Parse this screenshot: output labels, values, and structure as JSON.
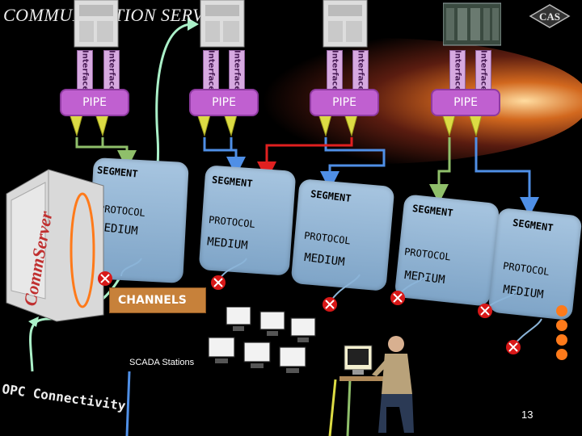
{
  "title": "COMMUNICATION SERVER",
  "logo_text": "CAS",
  "interface_label": "Interface",
  "pipes": [
    "PIPE",
    "PIPE",
    "PIPE",
    "PIPE"
  ],
  "segments": [
    "SEGMENT",
    "SEGMENT",
    "SEGMENT",
    "SEGMENT",
    "SEGMENT"
  ],
  "protocols": [
    "PROTOCOL",
    "PROTOCOL",
    "PROTOCOL",
    "PROTOCOL",
    "PROTOCOL"
  ],
  "mediums": [
    "MEDIUM",
    "MEDIUM",
    "MEDIUM",
    "MEDIUM",
    "MEDIUM"
  ],
  "server_label": "CommServer",
  "channels_label": "CHANNELS",
  "scada_label": "SCADA Stations",
  "opc_label": "OPC Connectivity",
  "page_number": "13",
  "colors": {
    "background": "#000000",
    "pipe": "#c060d0",
    "interface": "#d6a9e0",
    "funnel": "#dcdc44",
    "connector_green": "#8fbf6a",
    "connector_blue": "#4f8fe6",
    "connector_red": "#e02020",
    "opc_curve": "#aaf0c8",
    "panel": "#9dbcd9",
    "channels": "#c7813a",
    "error_badge": "#d81818",
    "dots": "#ff7a1a"
  }
}
